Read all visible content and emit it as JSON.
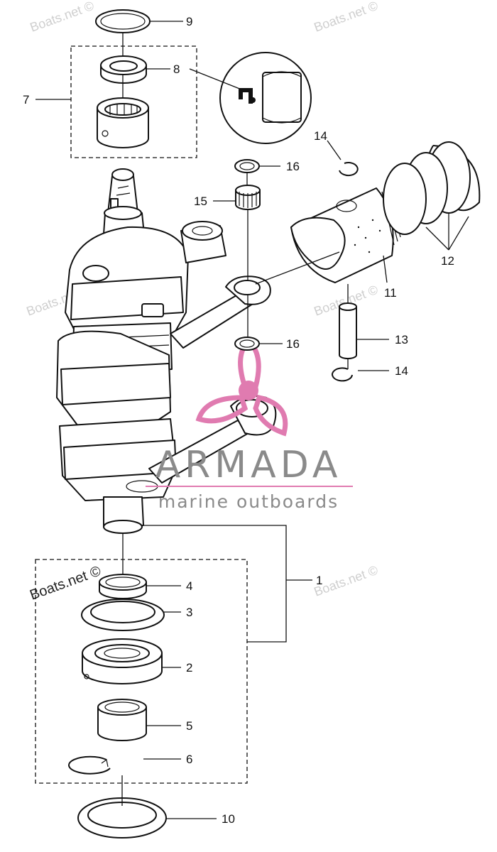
{
  "watermark": {
    "site": "Boats.net ©",
    "brand_name": "ARMADA",
    "brand_tagline": "marine outboards",
    "brand_color": "#e07bb0"
  },
  "callouts": {
    "c1": "1",
    "c2": "2",
    "c3": "3",
    "c4": "4",
    "c5": "5",
    "c6": "6",
    "c7": "7",
    "c8": "8",
    "c9": "9",
    "c10": "10",
    "c11": "11",
    "c12": "12",
    "c13": "13",
    "c14a": "14",
    "c14b": "14",
    "c15": "15",
    "c16a": "16",
    "c16b": "16"
  }
}
